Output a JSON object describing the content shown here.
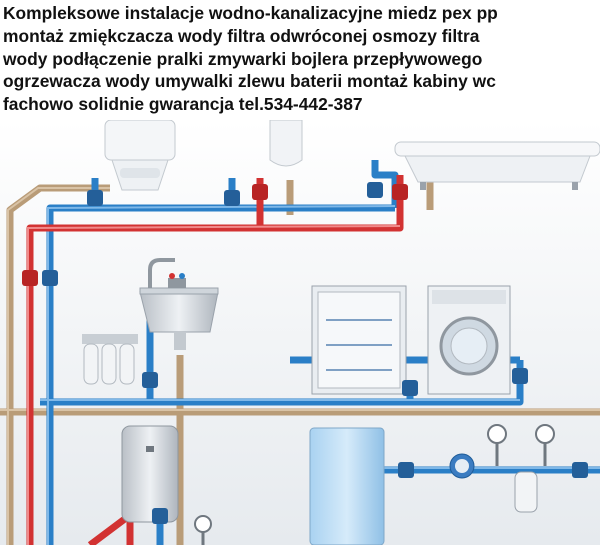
{
  "advert": {
    "lines": [
      "Kompleksowe instalacje wodno-kanalizacyjne miedz pex pp",
      "montaż zmiękczacza wody filtra odwróconej osmozy filtra",
      "wody podłączenie pralki zmywarki bojlera przepływowego",
      "ogrzewacza wody umywalki zlewu baterii montaż kabiny wc",
      "fachowo solidnie gwarancja tel.534-442-387"
    ]
  },
  "palette": {
    "cold_pipe": "#2a7fc7",
    "hot_pipe": "#d23232",
    "drain_pipe": "#b99c78",
    "background": "#eef1f4",
    "valve": "#245f99",
    "fixture": "#d9dde2"
  },
  "icons": [
    "toilet-icon",
    "urinal-icon",
    "bathtub-icon",
    "sink-icon",
    "faucet-icon",
    "filter-cartridges-icon",
    "dishwasher-icon",
    "washing-machine-icon",
    "water-heater-icon",
    "water-softener-tank-icon",
    "water-meter-icon",
    "pressure-gauge-icon",
    "valve-icon"
  ]
}
